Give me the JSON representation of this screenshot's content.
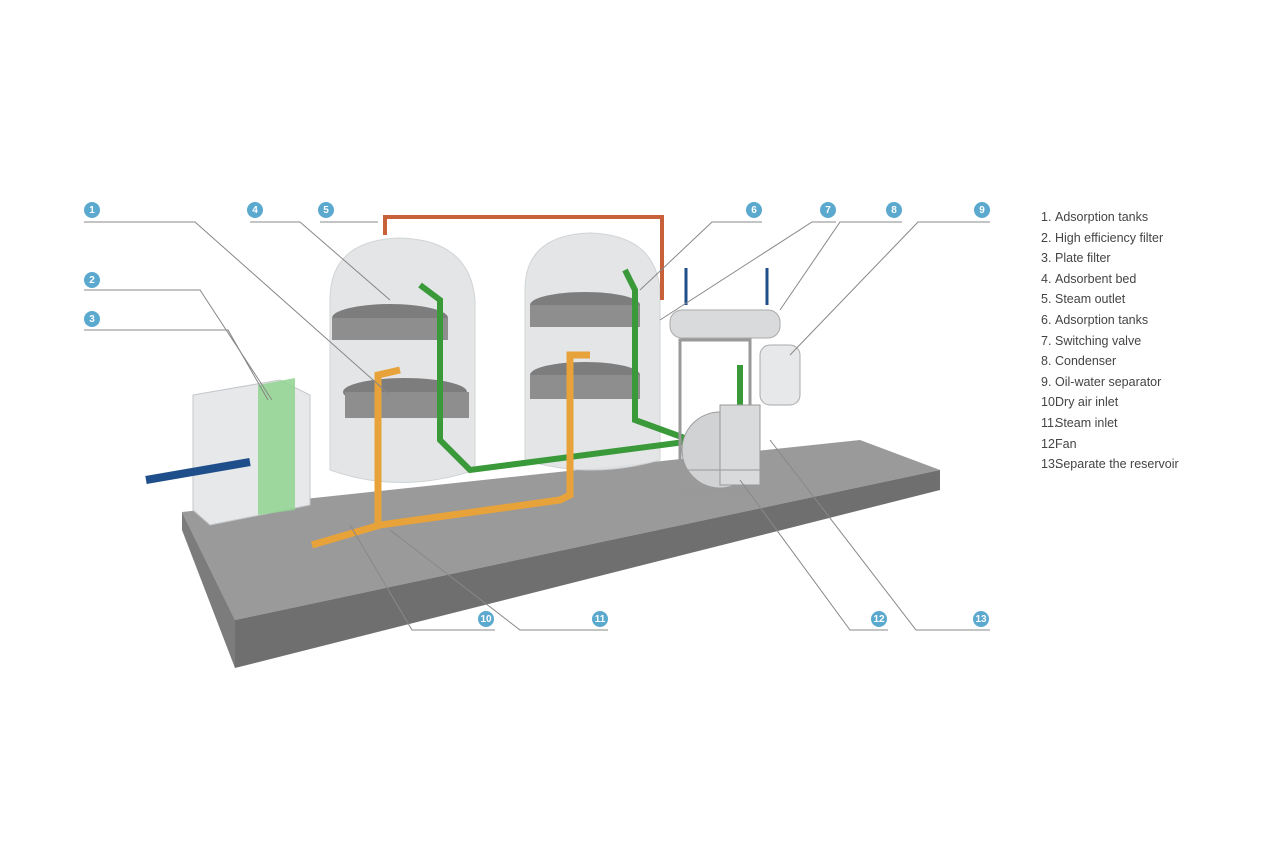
{
  "markers": [
    "1",
    "2",
    "3",
    "4",
    "5",
    "6",
    "7",
    "8",
    "9",
    "10",
    "11",
    "12",
    "13"
  ],
  "legend": [
    {
      "num": "1.",
      "label": "Adsorption tanks"
    },
    {
      "num": "2.",
      "label": "High efficiency filter"
    },
    {
      "num": "3.",
      "label": "Plate filter"
    },
    {
      "num": "4.",
      "label": "Adsorbent bed"
    },
    {
      "num": "5.",
      "label": "Steam outlet"
    },
    {
      "num": "6.",
      "label": "Adsorption tanks"
    },
    {
      "num": "7.",
      "label": "Switching valve"
    },
    {
      "num": "8.",
      "label": "Condenser"
    },
    {
      "num": "9.",
      "label": "Oil-water separator"
    },
    {
      "num": "10.",
      "label": "Dry air inlet"
    },
    {
      "num": "11.",
      "label": "Steam inlet"
    },
    {
      "num": "12.",
      "label": "Fan"
    },
    {
      "num": "13.",
      "label": "Separate the reservoir"
    }
  ],
  "colors": {
    "marker": "#5ba9cf",
    "steam": "#e8a23a",
    "air": "#3a9a3a",
    "inlet": "#1f4f8a",
    "leader": "#888888"
  }
}
